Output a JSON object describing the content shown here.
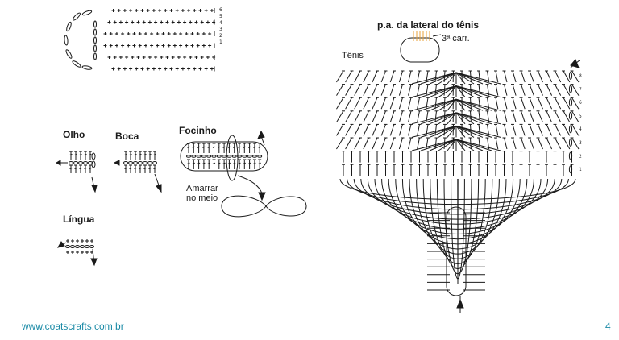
{
  "diagrams": {
    "olho": "Olho",
    "boca": "Boca",
    "focinho": "Focinho",
    "lingua": "Língua",
    "amarrar": "Amarrar\nno meio"
  },
  "shoe": {
    "title": "p.a. da lateral do tênis",
    "carr": "3ª carr.",
    "tenis": "Tênis",
    "rows": [
      "8",
      "7",
      "6",
      "5",
      "4",
      "3",
      "2",
      "1"
    ]
  },
  "top_chart": {
    "rows": [
      "6",
      "5",
      "4",
      "3",
      "2",
      "1"
    ]
  },
  "footer": {
    "url": "www.coatscrafts.com.br",
    "page": "4"
  },
  "colors": {
    "accent": "#1a8aa6",
    "ink": "#1a1a1a",
    "highlight": "#e8a23a"
  }
}
